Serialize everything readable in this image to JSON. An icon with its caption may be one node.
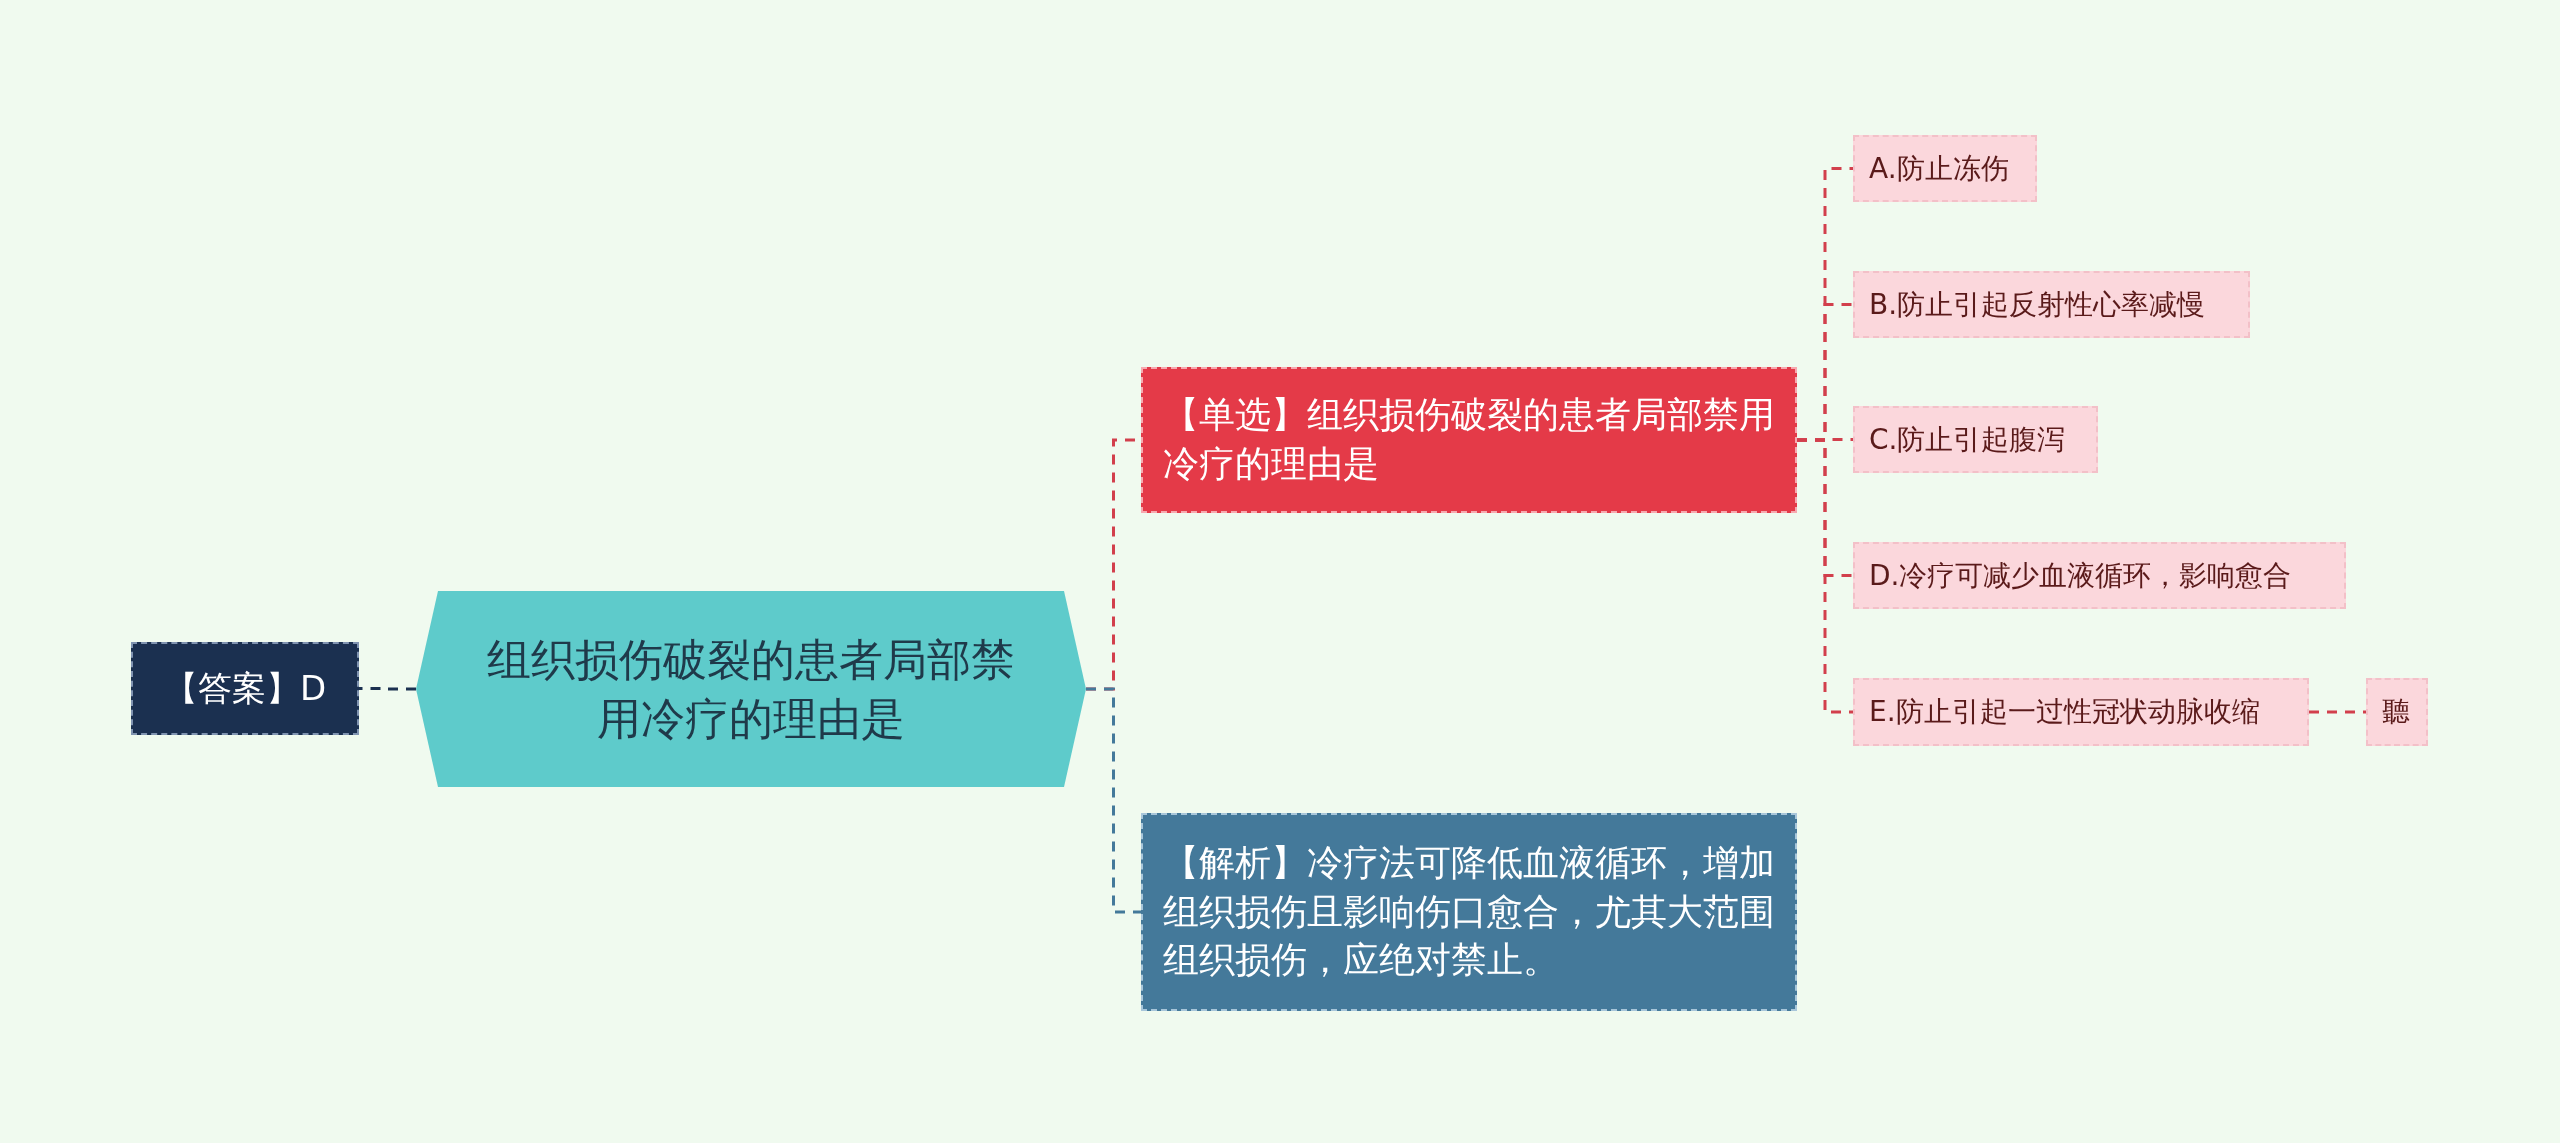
{
  "diagram": {
    "nodes": [
      {
        "text": [
          "组织损伤破裂的患者局部禁用冷疗的理由是"
        ]
      },
      {
        "text": [
          "【答案】D"
        ]
      },
      {
        "text": [
          "【单选】组织损伤破裂的患者局部禁用冷疗的理由是"
        ]
      },
      {
        "text": [
          "【解析】冷疗法可降低血液循环，增加组织损伤且影响伤口愈合，尤其大范围组织损伤，应绝对禁止。"
        ]
      },
      {
        "text": [
          "A.防止冻伤"
        ]
      },
      {
        "text": [
          "B.防止引起反射性心率减慢"
        ]
      },
      {
        "text": [
          "C.防止引起腹泻"
        ]
      },
      {
        "text": [
          "D.冷疗可减少血液循环，影响愈合"
        ]
      },
      {
        "text": [
          "E.防止引起一过性冠状动脉收缩"
        ]
      },
      {
        "text": [
          "聽"
        ]
      }
    ],
    "edges": [
      {
        "from": 0,
        "to": 1,
        "arrow": "none",
        "color": "#1b3050"
      },
      {
        "from": 0,
        "to": 2,
        "arrow": "none"
      },
      {
        "from": 0,
        "to": 3,
        "arrow": "none",
        "color": "#44799a"
      },
      {
        "from": 2,
        "to": 4,
        "arrow": "none"
      },
      {
        "from": 2,
        "to": 5,
        "arrow": "none"
      },
      {
        "from": 2,
        "to": 6,
        "arrow": "none"
      },
      {
        "from": 2,
        "to": 7,
        "arrow": "none"
      },
      {
        "from": 2,
        "to": 8,
        "arrow": "none"
      },
      {
        "from": 8,
        "to": 9,
        "arrow": "none"
      }
    ]
  }
}
